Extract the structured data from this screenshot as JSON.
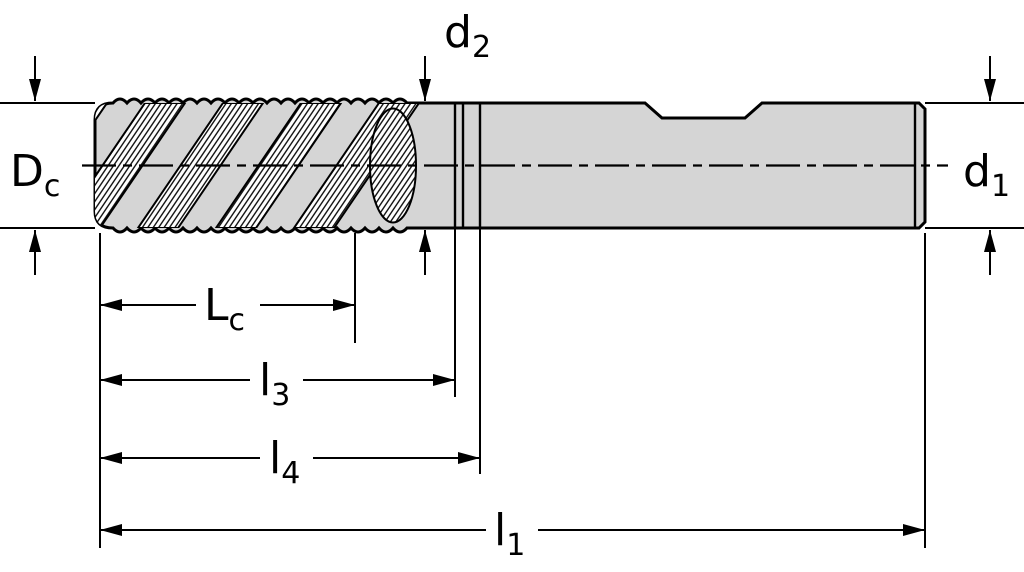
{
  "diagram": {
    "title": "End mill (roughing cutter) dimension drawing",
    "type": "technical-dimension-diagram",
    "colors": {
      "body_fill": "#d5d5d5",
      "line": "#000000",
      "background": "#ffffff"
    },
    "labels": {
      "cutting_diameter": {
        "main": "D",
        "sub": "c"
      },
      "neck_diameter": {
        "main": "d",
        "sub": "2"
      },
      "shank_diameter": {
        "main": "d",
        "sub": "1"
      },
      "cutting_length": {
        "main": "L",
        "sub": "c"
      },
      "length_l3": {
        "main": "l",
        "sub": "3"
      },
      "length_l4": {
        "main": "l",
        "sub": "4"
      },
      "overall_length": {
        "main": "l",
        "sub": "1"
      }
    }
  }
}
